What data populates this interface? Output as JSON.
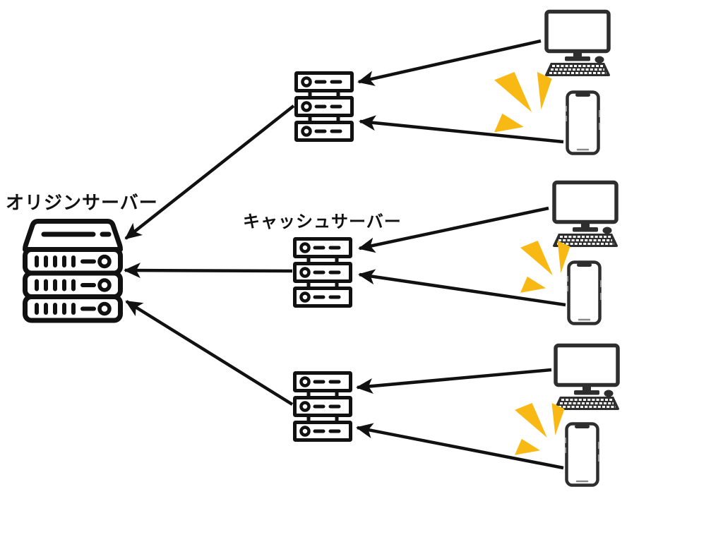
{
  "diagram": {
    "type": "cdn-architecture",
    "labels": {
      "origin_server": "オリジンサーバー",
      "cache_server": "キャッシュサーバー"
    },
    "colors": {
      "line_black": "#111111",
      "device_dark": "#2e2e2e",
      "flash_yellow": "#F9B915",
      "background": "#FFFFFF"
    },
    "icons": [
      "origin-server-icon",
      "cache-server-icon",
      "desktop-computer-icon",
      "smartphone-icon",
      "flash-emphasis-icon",
      "arrowhead-icon"
    ],
    "nodes": [
      {
        "id": "origin-server",
        "label": "オリジンサーバー",
        "icon": "origin-server-icon"
      },
      {
        "id": "cache-server-1",
        "label": "キャッシュサーバー",
        "icon": "cache-server-icon"
      },
      {
        "id": "cache-server-2",
        "label": "キャッシュサーバー",
        "icon": "cache-server-icon"
      },
      {
        "id": "cache-server-3",
        "label": "キャッシュサーバー",
        "icon": "cache-server-icon"
      },
      {
        "id": "desktop-1",
        "icon": "desktop-computer-icon"
      },
      {
        "id": "smartphone-1",
        "icon": "smartphone-icon",
        "decoration": "flash-emphasis-icon"
      },
      {
        "id": "desktop-2",
        "icon": "desktop-computer-icon"
      },
      {
        "id": "smartphone-2",
        "icon": "smartphone-icon",
        "decoration": "flash-emphasis-icon"
      },
      {
        "id": "desktop-3",
        "icon": "desktop-computer-icon"
      },
      {
        "id": "smartphone-3",
        "icon": "smartphone-icon",
        "decoration": "flash-emphasis-icon"
      }
    ],
    "edges": [
      {
        "from": "desktop-1",
        "to": "cache-server-1"
      },
      {
        "from": "smartphone-1",
        "to": "cache-server-1"
      },
      {
        "from": "cache-server-1",
        "to": "origin-server"
      },
      {
        "from": "desktop-2",
        "to": "cache-server-2"
      },
      {
        "from": "smartphone-2",
        "to": "cache-server-2"
      },
      {
        "from": "cache-server-2",
        "to": "origin-server"
      },
      {
        "from": "desktop-3",
        "to": "cache-server-3"
      },
      {
        "from": "smartphone-3",
        "to": "cache-server-3"
      },
      {
        "from": "cache-server-3",
        "to": "origin-server"
      }
    ]
  }
}
